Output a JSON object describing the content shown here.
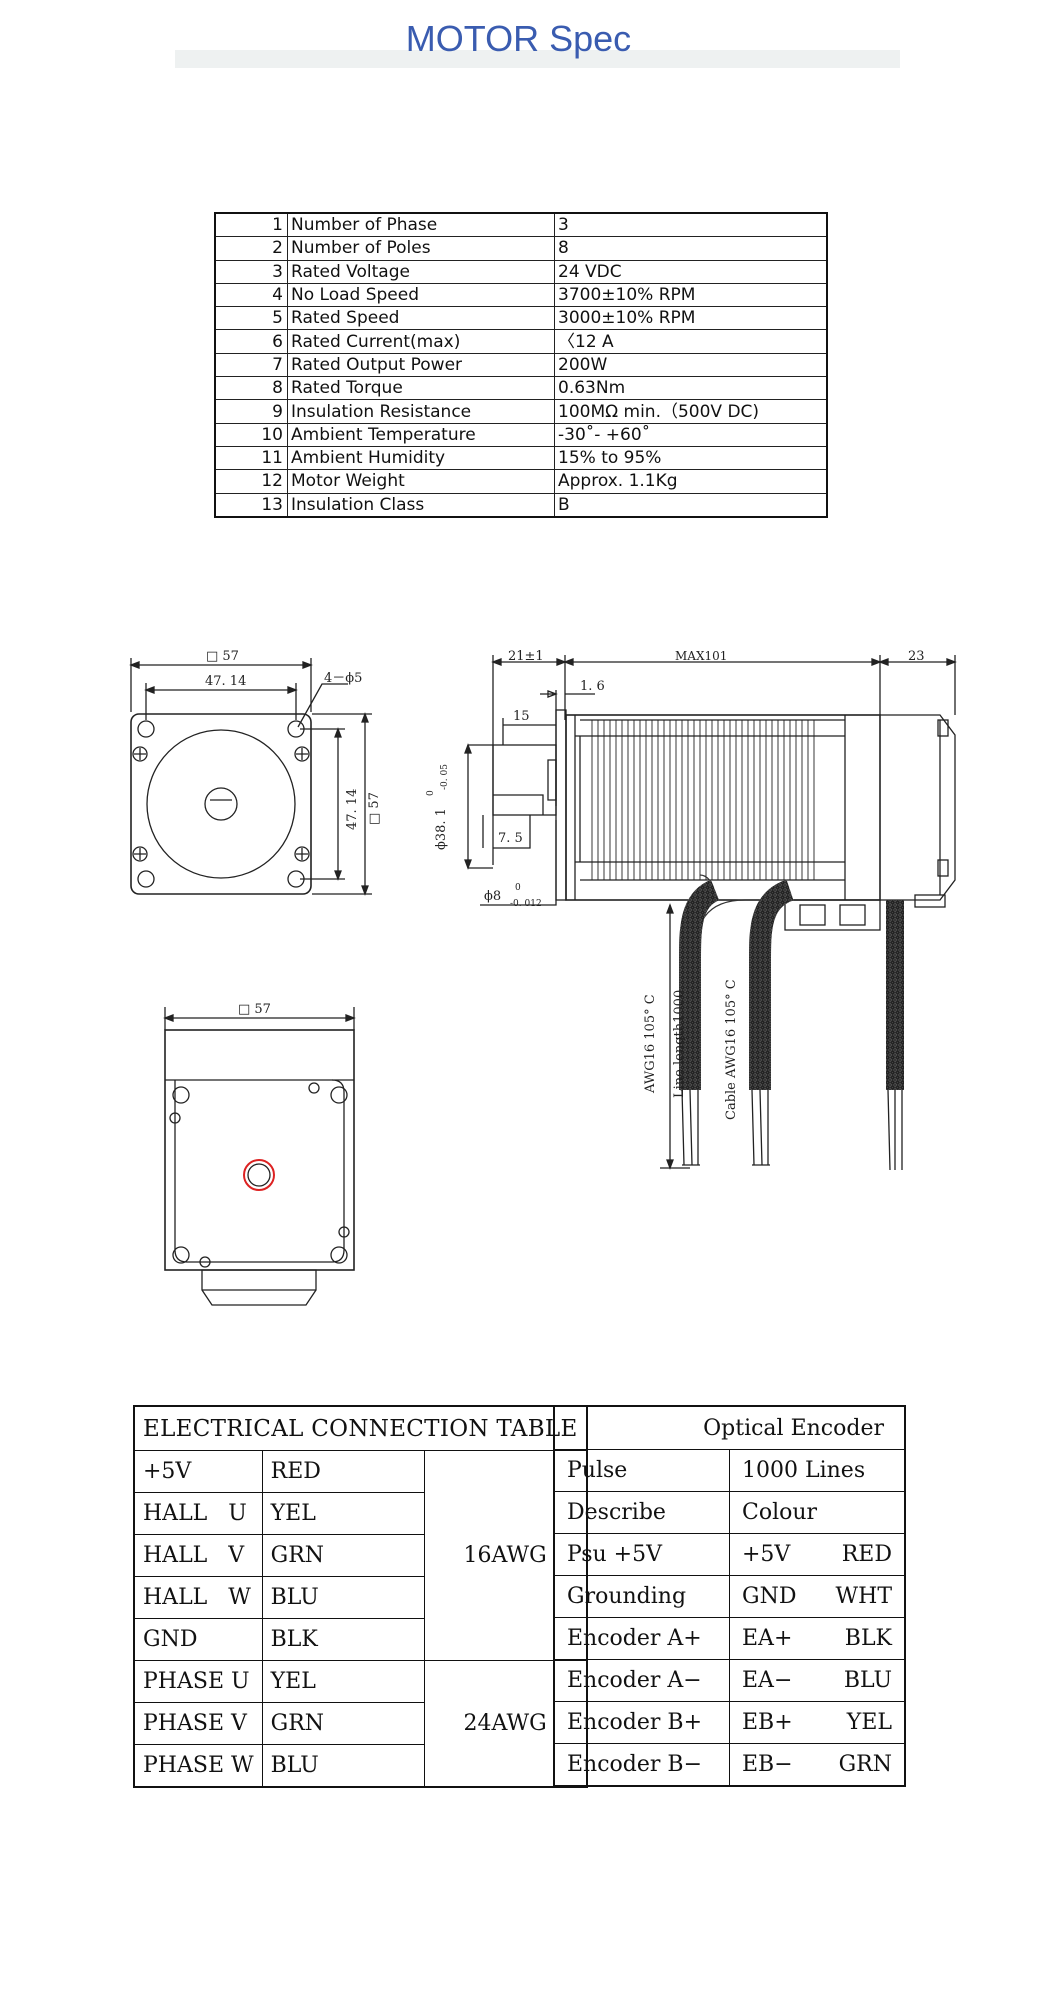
{
  "title": "MOTOR Spec",
  "spec_rows": [
    {
      "no": "1",
      "name": "Number of Phase",
      "value": "3"
    },
    {
      "no": "2",
      "name": "Number of Poles",
      "value": "8"
    },
    {
      "no": "3",
      "name": "Rated Voltage",
      "value": "24 VDC"
    },
    {
      "no": "4",
      "name": "No Load Speed",
      "value": "3700±10% RPM"
    },
    {
      "no": "5",
      "name": "Rated Speed",
      "value": "3000±10% RPM"
    },
    {
      "no": "6",
      "name": "Rated Current(max)",
      "value": "〈12 A"
    },
    {
      "no": "7",
      "name": "Rated Output Power",
      "value": "200W"
    },
    {
      "no": "8",
      "name": "Rated Torque",
      "value": "0.63Nm"
    },
    {
      "no": "9",
      "name": "Insulation Resistance",
      "value": "100MΩ min.（500V DC)"
    },
    {
      "no": "10",
      "name": "Ambient Temperature",
      "value": "-30˚- +60˚"
    },
    {
      "no": "11",
      "name": "Ambient Humidity",
      "value": "15% to 95%"
    },
    {
      "no": "12",
      "name": "Motor Weight",
      "value": "Approx. 1.1Kg"
    },
    {
      "no": "13",
      "name": "Insulation Class",
      "value": "B"
    }
  ],
  "drawing": {
    "front_size": "□ 57",
    "front_hole_spacing": "47. 14",
    "front_hole_spec": "4－ϕ5",
    "front_v_spacing": "47. 14",
    "front_v_size": "□ 57",
    "side_shaft_len": "21±1",
    "side_body_len": "MAX101",
    "side_encoder_len": "23",
    "side_flange": "1. 6",
    "side_key_len": "15",
    "side_pilot": "ϕ38. 1",
    "side_pilot_tol_upper": "0",
    "side_pilot_tol_lower": "-0. 05",
    "side_flat_len": "7. 5",
    "side_shaft_dia": "ϕ8",
    "side_shaft_tol_upper": "0",
    "side_shaft_tol_lower": "-0. 012",
    "cable_label_1": "AWG16 105° C",
    "cable_label_2": "Line length1000",
    "cable_label_3": "Cable AWG16 105° C",
    "rear_size": "□ 57"
  },
  "electrical": {
    "header": "ELECTRICAL CONNECTION TABLE",
    "rows": [
      {
        "signal": "+5V",
        "color": "RED"
      },
      {
        "signal": "HALL   U",
        "color": "YEL"
      },
      {
        "signal": "HALL   V",
        "color": "GRN"
      },
      {
        "signal": "HALL   W",
        "color": "BLU"
      },
      {
        "signal": "GND",
        "color": "BLK"
      },
      {
        "signal": "PHASE U",
        "color": "YEL"
      },
      {
        "signal": "PHASE V",
        "color": "GRN"
      },
      {
        "signal": "PHASE W",
        "color": "BLU"
      }
    ],
    "gauge_signal": "16AWG",
    "gauge_phase": "24AWG"
  },
  "encoder": {
    "header": "Optical Encoder",
    "rows": [
      {
        "label": "Pulse",
        "a": "1000 Lines",
        "b": ""
      },
      {
        "label": "Describe",
        "a": "Colour",
        "b": ""
      },
      {
        "label": "Psu +5V",
        "a": "+5V",
        "b": "RED"
      },
      {
        "label": "Grounding",
        "a": "GND",
        "b": "WHT"
      },
      {
        "label": "Encoder A+",
        "a": "EA+",
        "b": "BLK"
      },
      {
        "label": "Encoder A−",
        "a": "EA−",
        "b": "BLU"
      },
      {
        "label": "Encoder B+",
        "a": "EB+",
        "b": "YEL"
      },
      {
        "label": "Encoder B−",
        "a": "EB−",
        "b": "GRN"
      }
    ]
  }
}
